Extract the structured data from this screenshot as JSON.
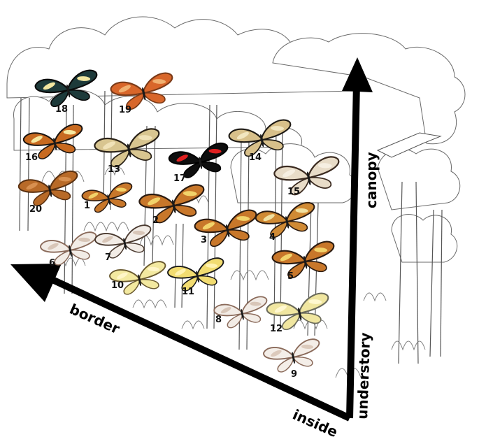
{
  "axes": {
    "canopy": "canopy",
    "understory": "understory",
    "border": "border",
    "inside": "inside"
  },
  "butterflies": [
    {
      "num": "1",
      "wing": "#c8772a",
      "accent": "#f2d36a",
      "edge": "#2a1a10"
    },
    {
      "num": "2",
      "wing": "#c8772a",
      "accent": "#f2d36a",
      "edge": "#2a1a10"
    },
    {
      "num": "3",
      "wing": "#c8772a",
      "accent": "#f2d36a",
      "edge": "#2a1a10"
    },
    {
      "num": "4",
      "wing": "#d08a34",
      "accent": "#f0e0a0",
      "edge": "#2a1a10"
    },
    {
      "num": "5",
      "wing": "#c8772a",
      "accent": "#f2d36a",
      "edge": "#2a1a10"
    },
    {
      "num": "6",
      "wing": "#f2ece6",
      "accent": "#d8c6b8",
      "edge": "#8a6a5a"
    },
    {
      "num": "7",
      "wing": "#f2ece6",
      "accent": "#d8c6b8",
      "edge": "#4a3a30"
    },
    {
      "num": "8",
      "wing": "#f2ece6",
      "accent": "#d8c6b8",
      "edge": "#8a6a5a"
    },
    {
      "num": "9",
      "wing": "#f4eee8",
      "accent": "#dccabc",
      "edge": "#8a6a5a"
    },
    {
      "num": "10",
      "wing": "#f3e9a0",
      "accent": "#fff6c8",
      "edge": "#6a5a30"
    },
    {
      "num": "11",
      "wing": "#f2dc70",
      "accent": "#fff2b0",
      "edge": "#1a1a1a"
    },
    {
      "num": "12",
      "wing": "#f0e6a0",
      "accent": "#fff8d0",
      "edge": "#6a6a5a"
    },
    {
      "num": "13",
      "wing": "#d8c590",
      "accent": "#f0e2b8",
      "edge": "#2a2218"
    },
    {
      "num": "14",
      "wing": "#d8c08a",
      "accent": "#f2e6c0",
      "edge": "#1e1a14"
    },
    {
      "num": "15",
      "wing": "#e8dcc8",
      "accent": "#f6efe2",
      "edge": "#3a2a20"
    },
    {
      "num": "16",
      "wing": "#c86a20",
      "accent": "#f6e8a0",
      "edge": "#1a1410"
    },
    {
      "num": "17",
      "wing": "#0e0e0e",
      "accent": "#e02020",
      "edge": "#000000"
    },
    {
      "num": "18",
      "wing": "#1d3a3a",
      "accent": "#f2e6a0",
      "edge": "#0a0a0a"
    },
    {
      "num": "19",
      "wing": "#d8662a",
      "accent": "#f0b070",
      "edge": "#7a3a18"
    },
    {
      "num": "20",
      "wing": "#b86a28",
      "accent": "#d89050",
      "edge": "#5a3010"
    }
  ]
}
